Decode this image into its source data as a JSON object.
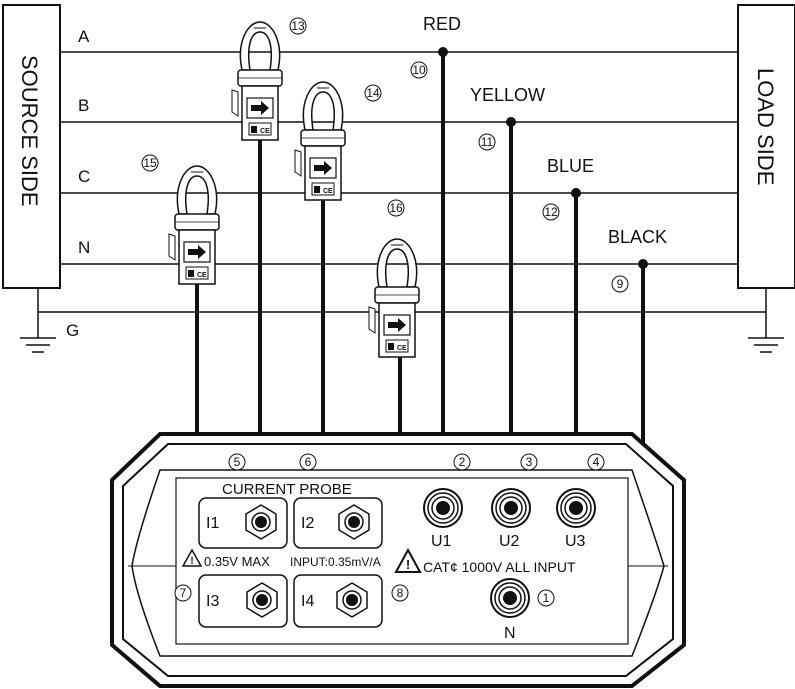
{
  "source_label": "SOURCE SIDE",
  "load_label": "LOAD SIDE",
  "lines": [
    {
      "id": "A",
      "label": "A"
    },
    {
      "id": "B",
      "label": "B"
    },
    {
      "id": "C",
      "label": "C"
    },
    {
      "id": "N",
      "label": "N"
    },
    {
      "id": "G",
      "label": "G"
    }
  ],
  "leads": [
    {
      "color_name": "RED",
      "num": "10"
    },
    {
      "color_name": "YELLOW",
      "num": "11"
    },
    {
      "color_name": "BLUE",
      "num": "12"
    },
    {
      "color_name": "BLACK",
      "num": "9"
    }
  ],
  "clamps": [
    {
      "num": "13"
    },
    {
      "num": "14"
    },
    {
      "num": "15"
    },
    {
      "num": "16"
    }
  ],
  "instrument": {
    "current_probe_label": "CURRENT PROBE",
    "warning_left": "0.35V MAX",
    "input_label": "INPUT:0.35mV/A",
    "cat_label": "CAT¢ 1000V ALL INPUT",
    "jacks": [
      {
        "id": "I1",
        "label": "I1",
        "num": "5"
      },
      {
        "id": "I2",
        "label": "I2",
        "num": "6"
      },
      {
        "id": "I3",
        "label": "I3",
        "num": "7"
      },
      {
        "id": "I4",
        "label": "I4",
        "num": "8"
      },
      {
        "id": "U1",
        "label": "U1",
        "num": "2"
      },
      {
        "id": "U2",
        "label": "U2",
        "num": "3"
      },
      {
        "id": "U3",
        "label": "U3",
        "num": "4"
      },
      {
        "id": "N",
        "label": "N",
        "num": "1"
      }
    ]
  }
}
